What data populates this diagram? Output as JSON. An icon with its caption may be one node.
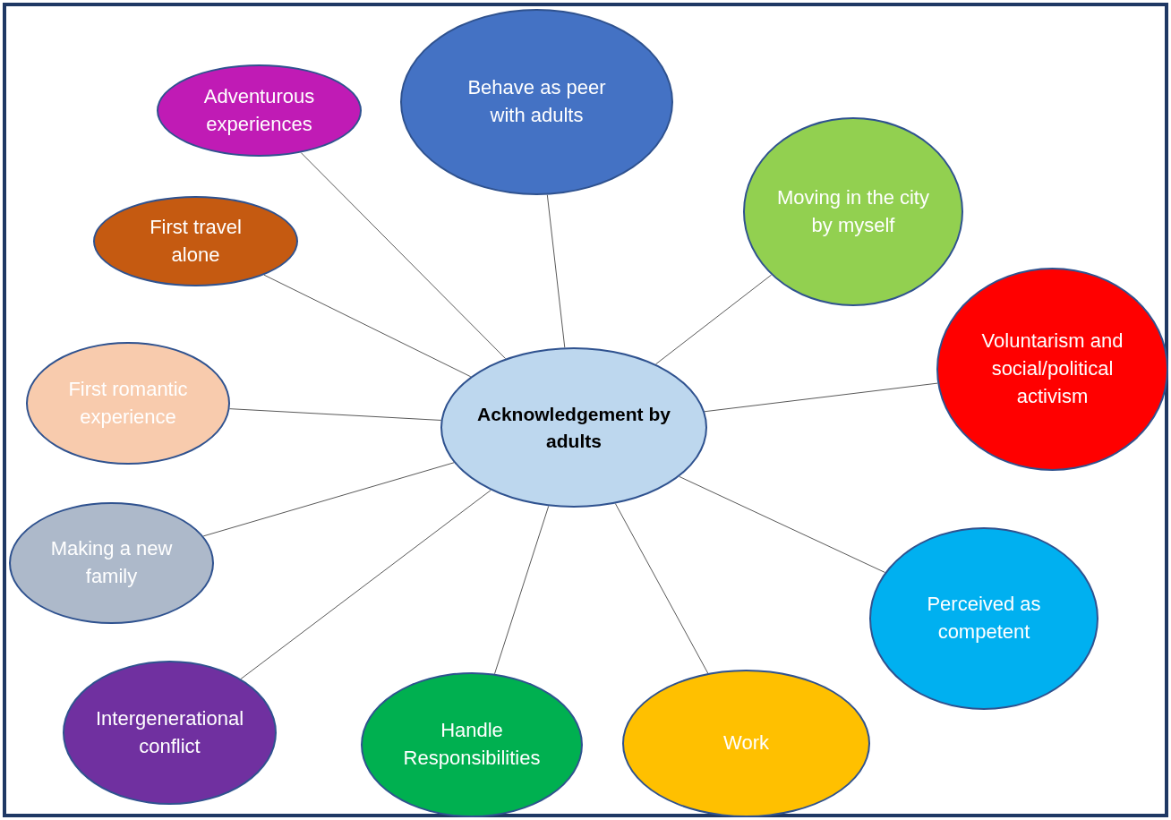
{
  "diagram": {
    "nodes": [
      {
        "text": [
          "Acknowledgement by adults"
        ]
      },
      {
        "text": [
          "Adventurous experiences"
        ]
      },
      {
        "text": [
          "Behave as peer with adults"
        ]
      },
      {
        "text": [
          "First travel alone"
        ]
      },
      {
        "text": [
          "Moving in the city by myself"
        ]
      },
      {
        "text": [
          "First romantic experience"
        ]
      },
      {
        "text": [
          "Voluntarism and social/political activism"
        ]
      },
      {
        "text": [
          "Making a new family"
        ]
      },
      {
        "text": [
          "Perceived as competent"
        ]
      },
      {
        "text": [
          "Intergenerational conflict"
        ]
      },
      {
        "text": [
          "Handle Responsibilities"
        ]
      },
      {
        "text": [
          "Work"
        ]
      }
    ],
    "edges": [
      {
        "from": 0,
        "to": 1,
        "arrow": "none"
      },
      {
        "from": 0,
        "to": 2,
        "arrow": "none"
      },
      {
        "from": 0,
        "to": 3,
        "arrow": "none"
      },
      {
        "from": 0,
        "to": 4,
        "arrow": "none"
      },
      {
        "from": 0,
        "to": 5,
        "arrow": "none"
      },
      {
        "from": 0,
        "to": 6,
        "arrow": "none"
      },
      {
        "from": 0,
        "to": 7,
        "arrow": "none"
      },
      {
        "from": 0,
        "to": 8,
        "arrow": "none"
      },
      {
        "from": 0,
        "to": 9,
        "arrow": "none"
      },
      {
        "from": 0,
        "to": 10,
        "arrow": "none"
      },
      {
        "from": 0,
        "to": 11,
        "arrow": "none"
      }
    ]
  }
}
